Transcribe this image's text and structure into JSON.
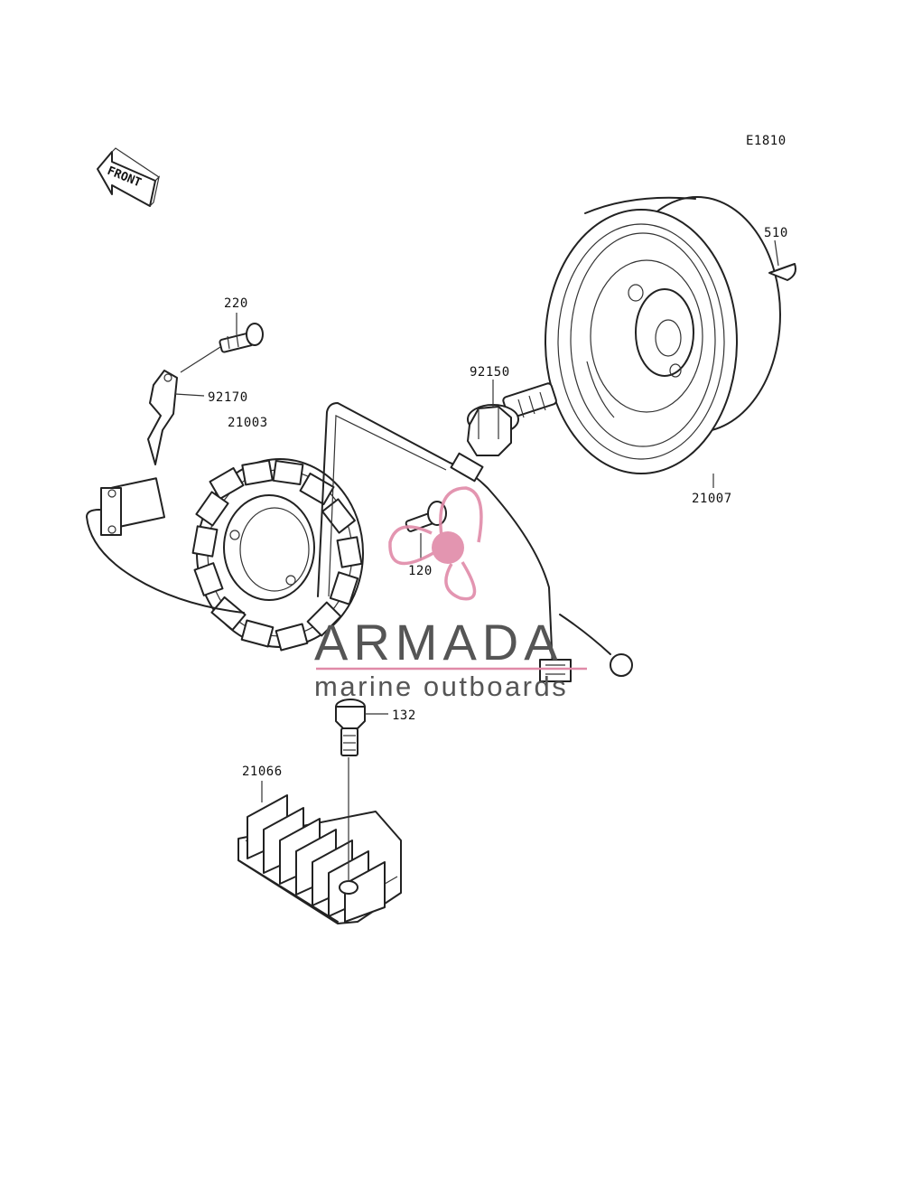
{
  "diagram": {
    "code": "E1810",
    "front_label": "FRONT"
  },
  "parts": {
    "p220": "220",
    "p92170": "92170",
    "p21003": "21003",
    "p92150": "92150",
    "p510": "510",
    "p21007": "21007",
    "p120": "120",
    "p132": "132",
    "p21066": "21066"
  },
  "watermark": {
    "title": "ARMADA",
    "subtitle": "marine outboards",
    "color": "#e08aa8"
  }
}
